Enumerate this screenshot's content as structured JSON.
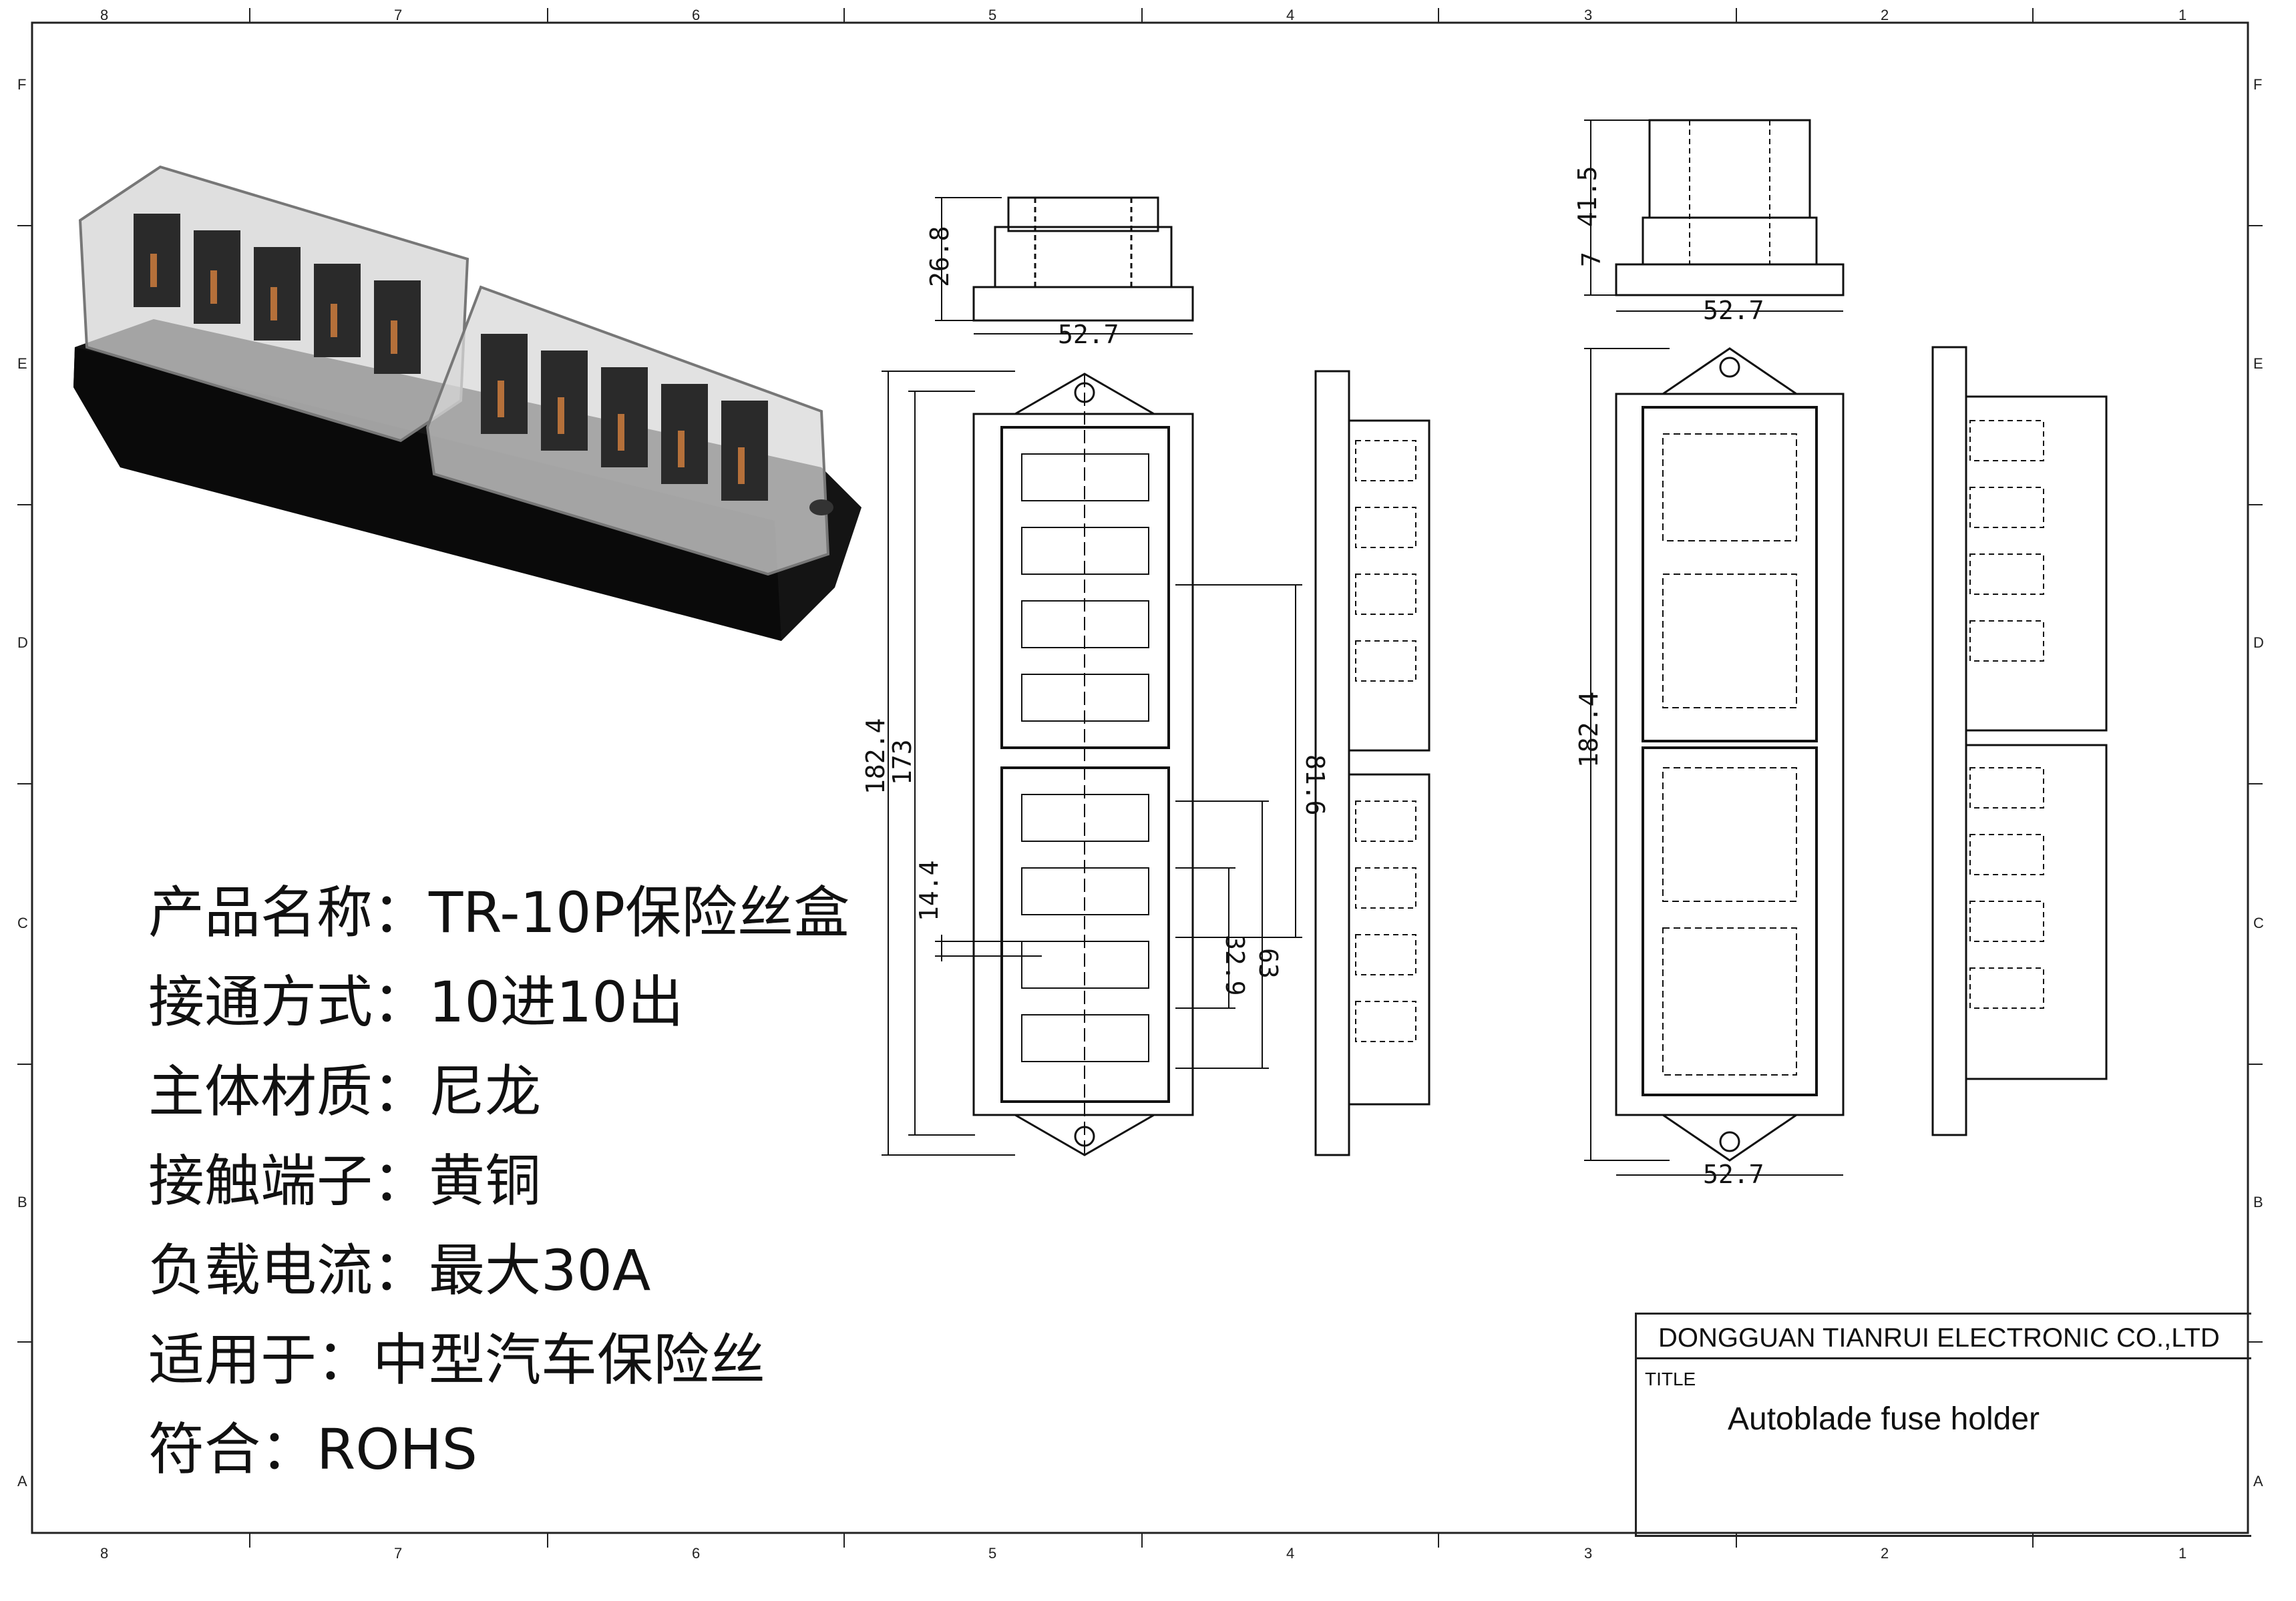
{
  "product_specs": [
    "产品名称：TR-10P保险丝盒",
    "接通方式：10进10出",
    "主体材质：尼龙",
    "接触端子：黄铜",
    "负载电流：最大30A",
    "适用于：中型汽车保险丝",
    "符合：ROHS"
  ],
  "dimensions": {
    "front_height": "26.8",
    "front_width": "52.7",
    "side_total_height": "41.5",
    "side_base_height": "7",
    "side_width": "52.7",
    "overall_length": "182.4",
    "inner_length": "173",
    "module_length": "81.6",
    "pitch_1": "14.4",
    "pitch_2": "32.9",
    "pitch_3": "63",
    "closed_length": "182.4",
    "closed_width": "52.7"
  },
  "title_block": {
    "company": "DONGGUAN TIANRUI ELECTRONIC CO.,LTD",
    "title_label": "TITLE",
    "title_value": "Autoblade fuse holder"
  },
  "frame": {
    "column_labels": [
      "8",
      "7",
      "6",
      "5",
      "4",
      "3",
      "2",
      "1"
    ],
    "row_labels": [
      "F",
      "E",
      "D",
      "C",
      "B",
      "A"
    ]
  }
}
